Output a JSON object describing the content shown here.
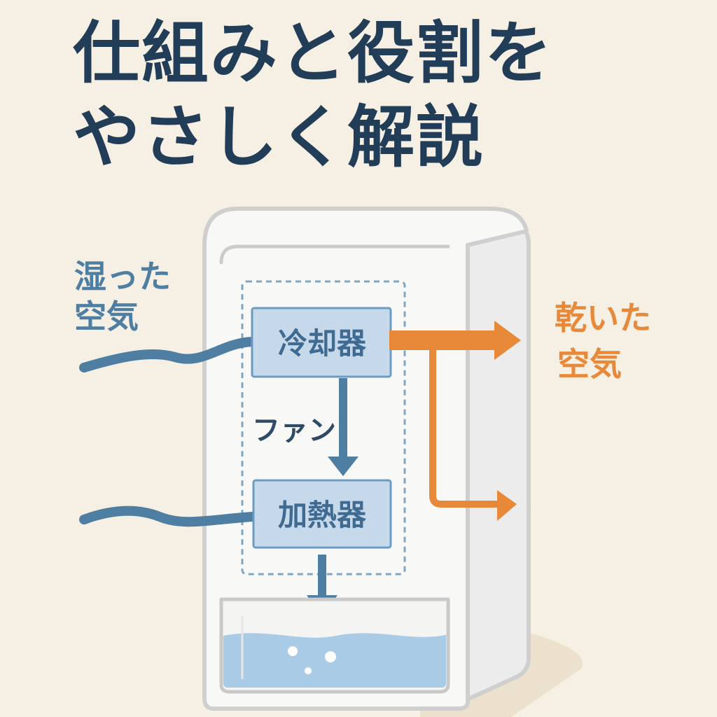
{
  "title": {
    "line1": "仕組みと役割を",
    "line2": "やさしく解説"
  },
  "labels": {
    "humid_air_line1": "湿った",
    "humid_air_line2": "空気",
    "dry_air_line1": "乾いた",
    "dry_air_line2": "空気",
    "cooler": "冷却器",
    "fan": "ファン",
    "heater": "加熱器"
  },
  "colors": {
    "background": "#f6efe3",
    "title": "#223d58",
    "humid_blue": "#4f7ea3",
    "dry_orange": "#e8893a",
    "component_fill": "#c6d9ea",
    "water": "#a9cbe6"
  },
  "icons": {
    "water_tank": "water-tank-icon",
    "dehumidifier_body": "dehumidifier-icon"
  }
}
